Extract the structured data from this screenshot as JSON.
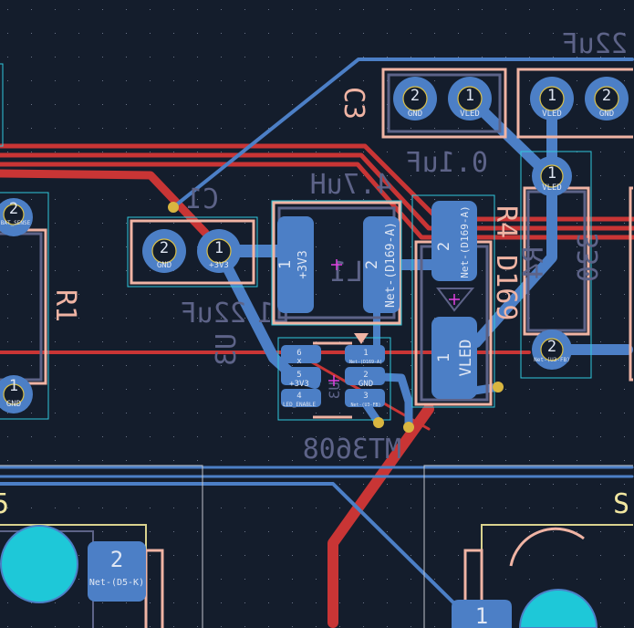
{
  "view": {
    "layer_colors": {
      "background": "#141d2c",
      "front_copper": "#c93535",
      "back_copper": "#4c7fc6",
      "front_silk": "#f0b4a4",
      "back_silk": "#5d6388",
      "courtyard": "#2fc8dc",
      "fab": "#d9d28e"
    }
  },
  "components": {
    "c3": {
      "ref": "C3",
      "value": "0.1uF",
      "pads": [
        {
          "num": "2",
          "net": "GND"
        },
        {
          "num": "1",
          "net": "VLED"
        }
      ]
    },
    "c_right": {
      "value": "22uF",
      "pads": [
        {
          "num": "1",
          "net": "VLED"
        },
        {
          "num": "2",
          "net": "GND"
        }
      ]
    },
    "c1": {
      "ref": "C1",
      "value": "22uF",
      "value_prefix": "L1",
      "pads": [
        {
          "num": "2",
          "net": "GND"
        },
        {
          "num": "1",
          "net": "+3V3"
        }
      ]
    },
    "l1": {
      "ref": "L1",
      "value": "4.7uH",
      "pads": [
        {
          "num": "1",
          "net": "+3V3"
        },
        {
          "num": "2",
          "net": "Net-(D169-A)"
        }
      ]
    },
    "d169": {
      "ref": "R4 D169",
      "pads": [
        {
          "num": "2",
          "net": "Net-(D169-A)"
        },
        {
          "num": "1",
          "net": "VLED"
        }
      ]
    },
    "r4": {
      "ref": "R4",
      "value": "330",
      "pads": [
        {
          "num": "1",
          "net": "VLED"
        },
        {
          "num": "2",
          "net": "Net-(U3-FB)"
        }
      ]
    },
    "r1": {
      "ref": "R1",
      "pads": [
        {
          "num": "2",
          "net": "BAT_SENSE"
        },
        {
          "num": "1",
          "net": "GND"
        }
      ]
    },
    "u3": {
      "ref": "U3",
      "value": "MT3608",
      "pads": [
        {
          "num": "6",
          "net": "x"
        },
        {
          "num": "5",
          "net": "+3V3"
        },
        {
          "num": "4",
          "net": "LED_ENABLE"
        },
        {
          "num": "1",
          "net": "Net-(D169-A)"
        },
        {
          "num": "2",
          "net": "GND"
        },
        {
          "num": "3",
          "net": "Net-(U3-FB)"
        }
      ]
    },
    "d5": {
      "ref": "5",
      "pads": [
        {
          "num": "2",
          "net": "Net-(D5-K)"
        }
      ]
    },
    "s_right": {
      "ref": "S",
      "pads": [
        {
          "num": "1"
        }
      ]
    }
  }
}
